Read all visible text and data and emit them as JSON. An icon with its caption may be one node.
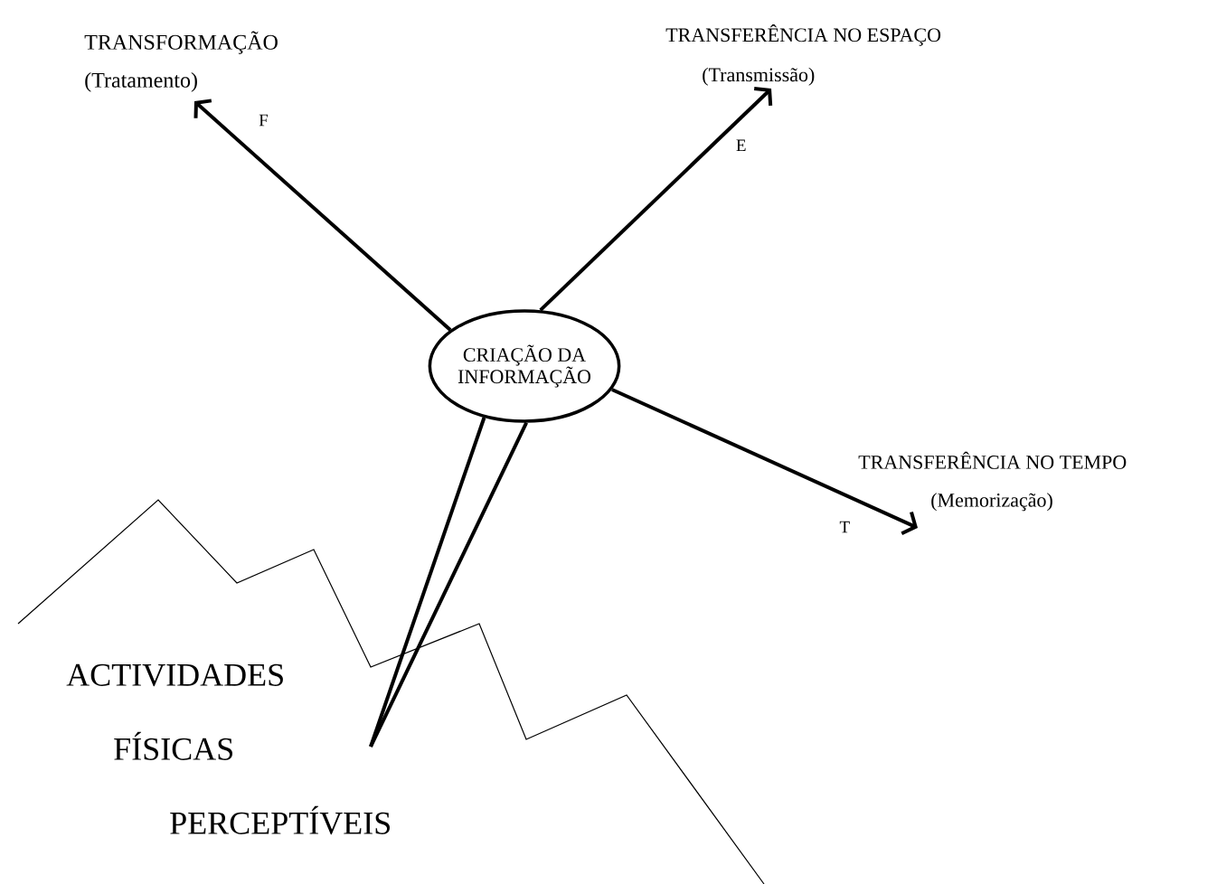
{
  "diagram": {
    "nodes": [
      {
        "text": [
          "CRIAÇÃO DA INFORMAÇÃO"
        ]
      },
      {
        "text": [
          "TRANSFORMAÇÃO",
          "(Tratamento)"
        ]
      },
      {
        "text": [
          "TRANSFERÊNCIA NO ESPAÇO",
          "(Transmissão)"
        ]
      },
      {
        "text": [
          "TRANSFERÊNCIA NO TEMPO",
          "(Memorização)"
        ]
      },
      {
        "text": [
          "ACTIVIDADES",
          "FÍSICAS",
          "PERCEPTÍVEIS"
        ]
      }
    ],
    "edges": [
      {
        "from": 0,
        "to": 1,
        "arrow": "to",
        "label": "F"
      },
      {
        "from": 0,
        "to": 2,
        "arrow": "to",
        "label": "E"
      },
      {
        "from": 0,
        "to": 3,
        "arrow": "to",
        "label": "T"
      },
      {
        "from": 0,
        "to": 4,
        "arrow": "none"
      },
      {
        "from": 0,
        "to": 4,
        "arrow": "none"
      }
    ]
  }
}
